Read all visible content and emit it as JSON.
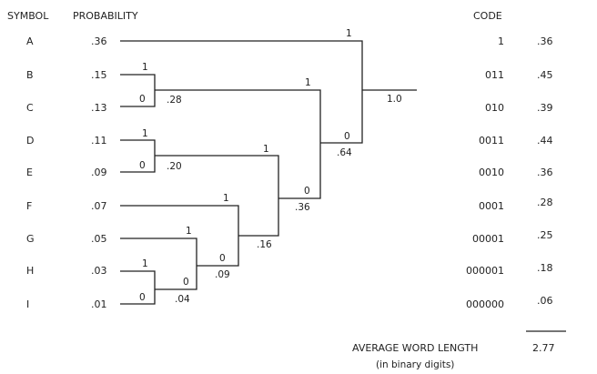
{
  "headers": {
    "symbol": "SYMBOL",
    "probability": "PROBABILITY",
    "code": "CODE"
  },
  "rows": [
    {
      "symbol": "A",
      "probability": ".36",
      "code": "1",
      "product": ".36"
    },
    {
      "symbol": "B",
      "probability": ".15",
      "code": "011",
      "product": ".45"
    },
    {
      "symbol": "C",
      "probability": ".13",
      "code": "010",
      "product": ".39"
    },
    {
      "symbol": "D",
      "probability": ".11",
      "code": "0011",
      "product": ".44"
    },
    {
      "symbol": "E",
      "probability": ".09",
      "code": "0010",
      "product": ".36"
    },
    {
      "symbol": "F",
      "probability": ".07",
      "code": "0001",
      "product": ".28"
    },
    {
      "symbol": "G",
      "probability": ".05",
      "code": "00001",
      "product": ".25"
    },
    {
      "symbol": "H",
      "probability": ".03",
      "code": "000001",
      "product": ".18"
    },
    {
      "symbol": "I",
      "probability": ".01",
      "code": "000000",
      "product": ".06"
    }
  ],
  "merges": [
    {
      "sum": ".04",
      "upper_bit": "1",
      "lower_bit": "0"
    },
    {
      "sum": ".09",
      "upper_bit": "1",
      "lower_bit": "0"
    },
    {
      "sum": ".16",
      "upper_bit": "1",
      "lower_bit": "0"
    },
    {
      "sum": ".20",
      "upper_bit": "1",
      "lower_bit": "0"
    },
    {
      "sum": ".28",
      "upper_bit": "1",
      "lower_bit": "0"
    },
    {
      "sum": ".36",
      "upper_bit": "1",
      "lower_bit": "0"
    },
    {
      "sum": ".64",
      "upper_bit": "1",
      "lower_bit": "0"
    },
    {
      "sum": "1.0",
      "upper_bit": "1",
      "lower_bit": ""
    }
  ],
  "average": {
    "label": "AVERAGE WORD LENGTH",
    "value": "2.77",
    "note": "(in binary digits)"
  }
}
